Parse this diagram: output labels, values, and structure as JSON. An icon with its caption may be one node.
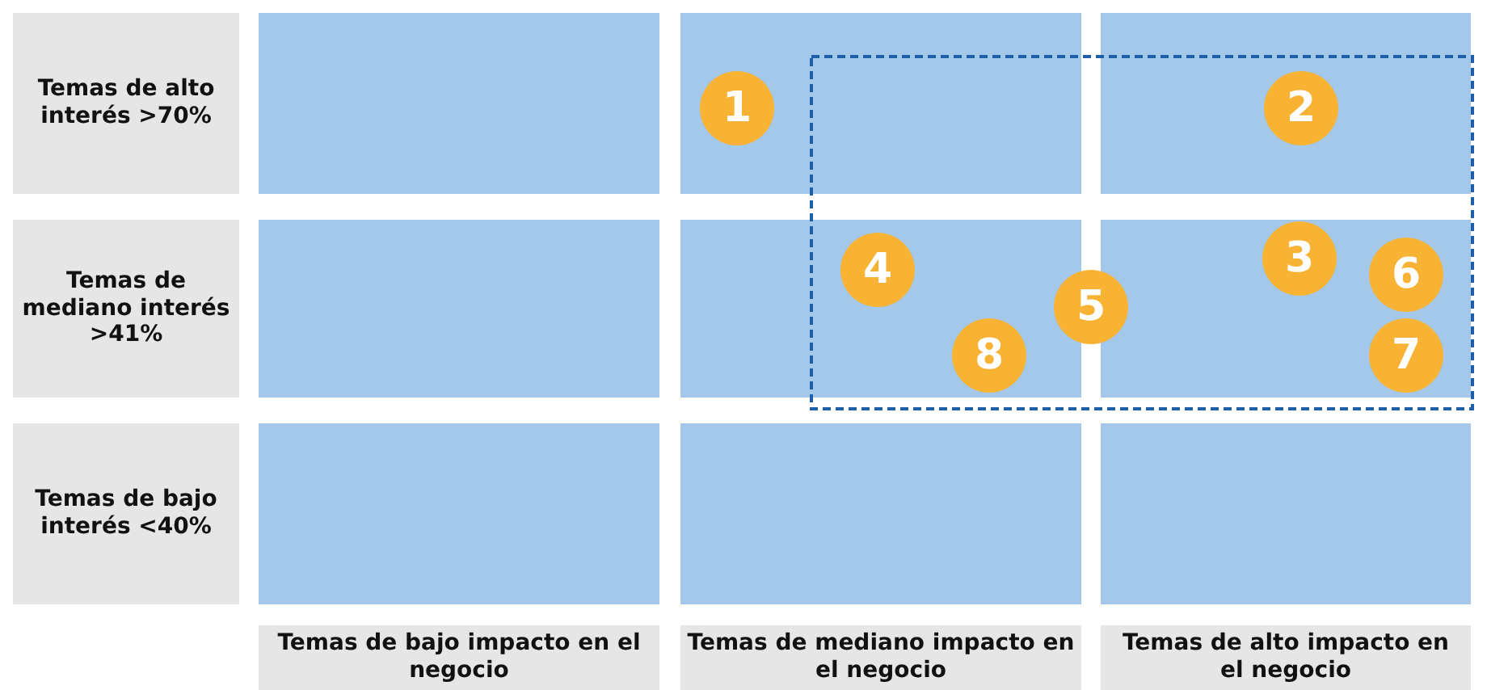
{
  "diagram": {
    "nodes": [
      {
        "text": [
          "Temas de alto interés >70%"
        ]
      },
      {
        "text": [],
        "shape": "box"
      },
      {
        "text": [],
        "shape": "box"
      },
      {
        "text": [
          "1"
        ],
        "in": 2
      },
      {
        "text": [],
        "shape": "box"
      },
      {
        "text": [
          "2"
        ],
        "in": 4
      },
      {
        "text": [
          "Temas de mediano interés >41%"
        ]
      },
      {
        "text": [],
        "shape": "box"
      },
      {
        "text": [],
        "shape": "box"
      },
      {
        "text": [
          "4"
        ],
        "in": 8
      },
      {
        "text": [
          "8"
        ],
        "in": 8
      },
      {
        "text": [
          "5"
        ]
      },
      {
        "text": [],
        "shape": "box"
      },
      {
        "text": [
          "3"
        ],
        "in": 12
      },
      {
        "text": [
          "6"
        ],
        "in": 12
      },
      {
        "text": [
          "7"
        ],
        "in": 12
      },
      {
        "text": [
          "Temas de bajo interés <40%"
        ]
      },
      {
        "text": [],
        "shape": "box"
      },
      {
        "text": [],
        "shape": "box"
      },
      {
        "text": [],
        "shape": "box"
      },
      {
        "text": [
          "Temas de bajo impacto en el negocio"
        ]
      },
      {
        "text": [
          "Temas de mediano impacto en el negocio"
        ]
      },
      {
        "text": [
          "Temas de alto impacto en el negocio"
        ]
      }
    ],
    "edges": []
  }
}
